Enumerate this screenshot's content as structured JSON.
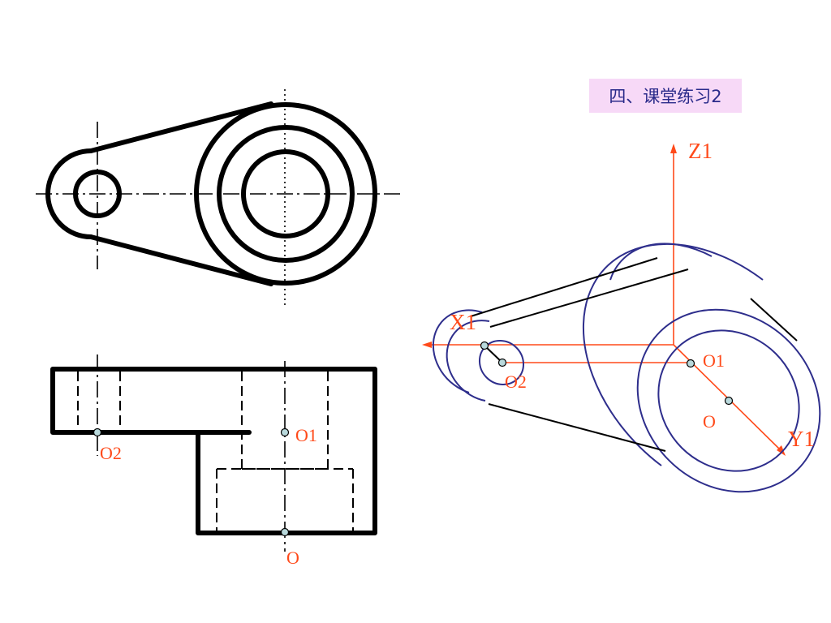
{
  "title": "四、课堂练习2",
  "top_view": {},
  "front_view": {
    "labels": {
      "o1": "O1",
      "o2": "O2",
      "o": "O"
    }
  },
  "isometric": {
    "axes": {
      "z": "Z1",
      "x": "X1",
      "y": "Y1"
    },
    "labels": {
      "o1": "O1",
      "o2": "O2",
      "o": "O"
    }
  },
  "colors": {
    "outline": "#000000",
    "axis": "#ff4a1a",
    "iso_curve": "#2e2e8c",
    "title_bg": "#f7d9f7",
    "title_text": "#2a2a8a",
    "point_fill": "#b9d9dc"
  }
}
